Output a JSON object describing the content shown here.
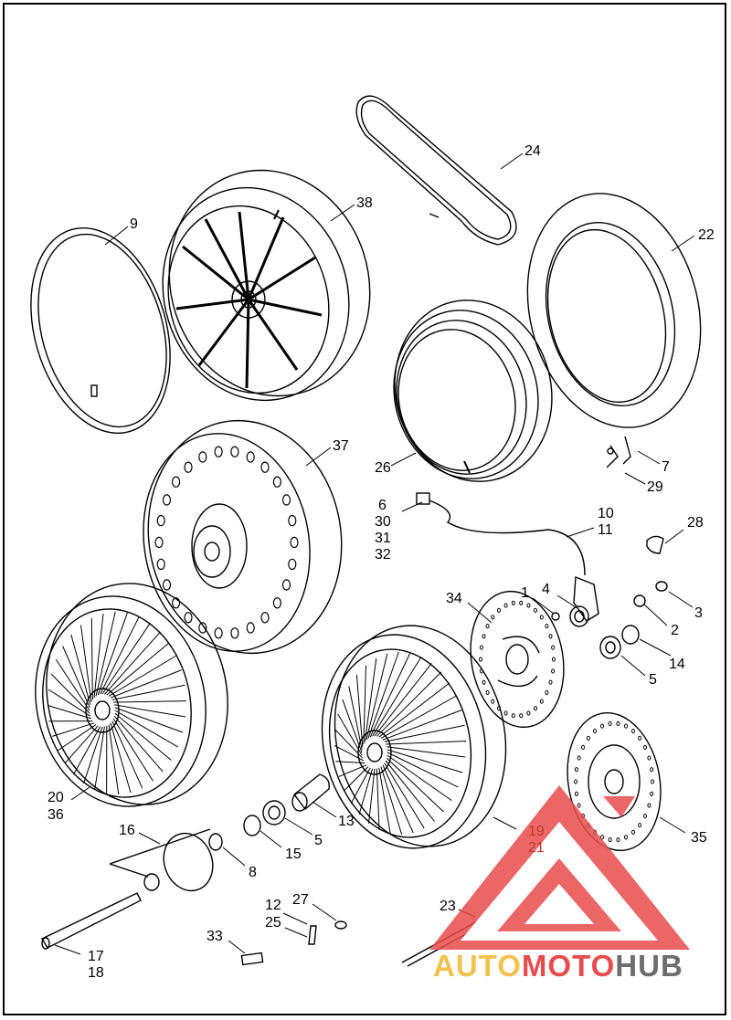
{
  "colors": {
    "stroke": "#000000",
    "background": "#ffffff",
    "logo_red": "#e84c4c",
    "logo_yellow": "#f2c14e",
    "logo_gray": "#6d6d6d",
    "callout_red": "#c0392b"
  },
  "callouts": {
    "c24": "24",
    "c38": "38",
    "c9": "9",
    "c22": "22",
    "c37": "37",
    "c26": "26",
    "c7": "7",
    "c29": "29",
    "c6": "6",
    "c30": "30",
    "c31": "31",
    "c32": "32",
    "c10": "10",
    "c11": "11",
    "c28": "28",
    "c1": "1",
    "c4": "4",
    "c3": "3",
    "c34": "34",
    "c2": "2",
    "c14": "14",
    "c5a": "5",
    "c20": "20",
    "c36": "36",
    "c16": "16",
    "c13": "13",
    "c5b": "5",
    "c15": "15",
    "c8": "8",
    "c19": "19",
    "c21": "21",
    "c35": "35",
    "c27": "27",
    "c12": "12",
    "c25": "25",
    "c23": "23",
    "c33": "33",
    "c17": "17",
    "c18": "18"
  },
  "logo": {
    "word_auto": "AUTO",
    "word_moto": "MOTO",
    "word_hub": "HUB",
    "icon": "triangle-logo-icon"
  }
}
